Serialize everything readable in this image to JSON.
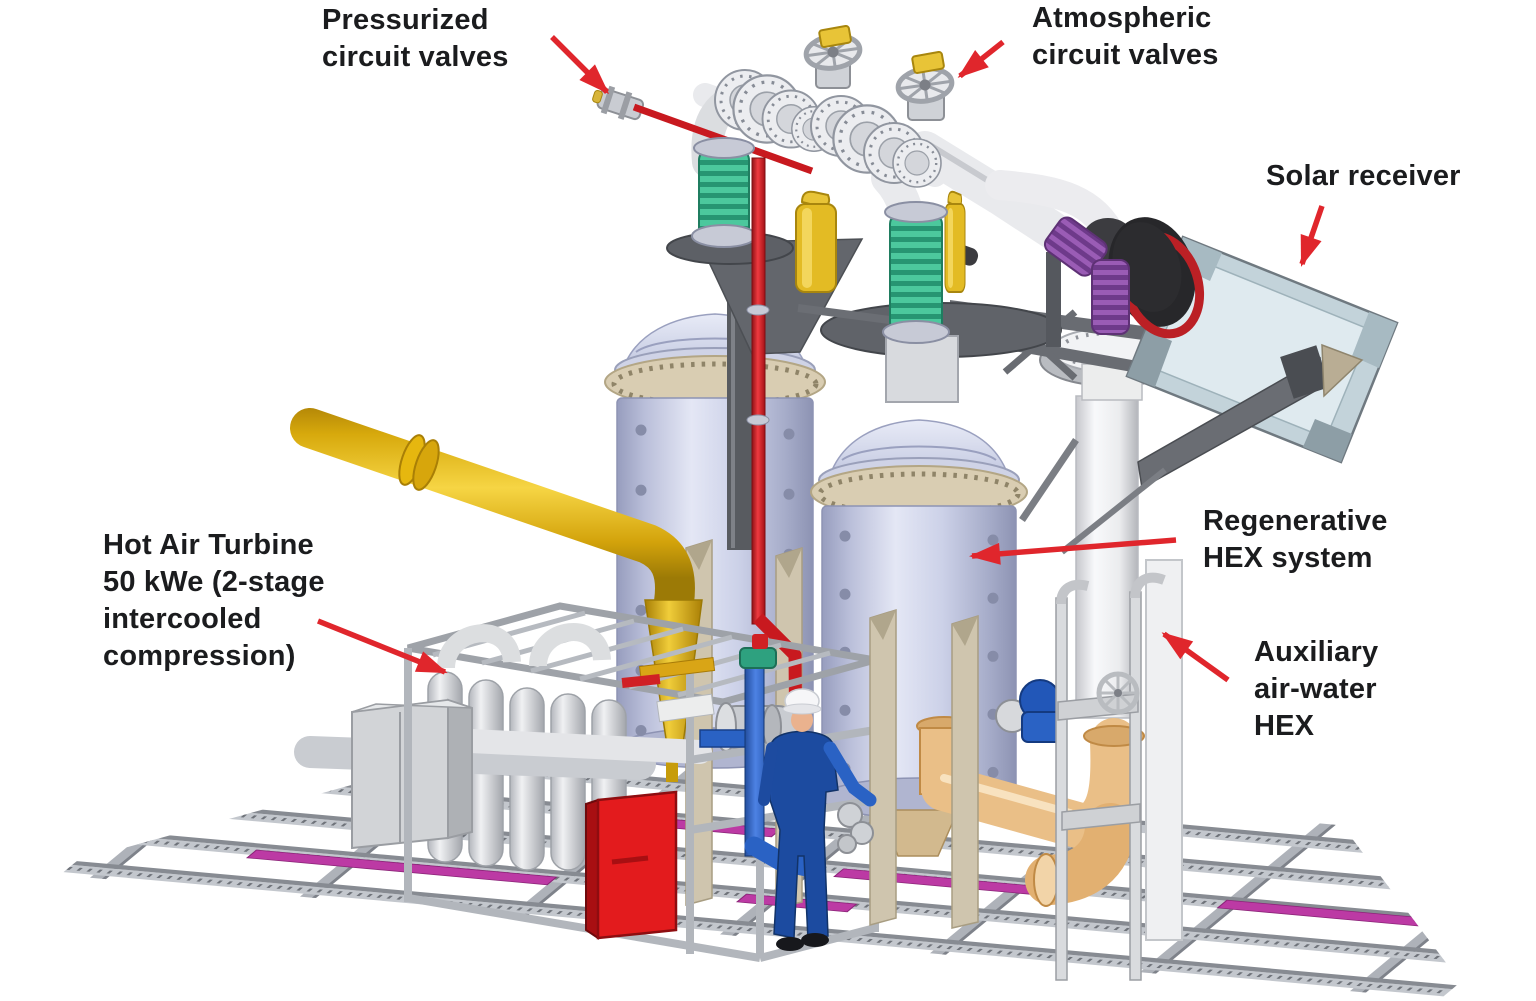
{
  "figure": {
    "type": "annotated-cad-diagram",
    "background": "#ffffff",
    "annotation": {
      "arrow_color": "#e0262c",
      "text_color": "#1b1c1e"
    },
    "labels": {
      "pressurized_circuit_valves": "Pressurized\ncircuit valves",
      "atmospheric_circuit_valves": "Atmospheric\ncircuit valves",
      "solar_receiver": "Solar receiver",
      "regenerative_hex_system": "Regenerative\nHEX system",
      "hot_air_turbine": "Hot Air Turbine\n50 kWe (2-stage\nintercooled\ncompression)",
      "auxiliary_air_water_hex": "Auxiliary\nair-water\nHEX"
    },
    "components": [
      {
        "name": "pressurized-circuit-valve-train"
      },
      {
        "name": "atmospheric-circuit-valve-train"
      },
      {
        "name": "solar-receiver-panel"
      },
      {
        "name": "receiver-aperture-cone"
      },
      {
        "name": "receiver-support-column"
      },
      {
        "name": "regenerative-hex-vessel-left"
      },
      {
        "name": "regenerative-hex-vessel-right"
      },
      {
        "name": "hot-air-turbine-skid"
      },
      {
        "name": "intercooler-tube-bundle"
      },
      {
        "name": "electrical-cabinet-gray"
      },
      {
        "name": "control-cabinet-red"
      },
      {
        "name": "exhaust-pipe-yellow"
      },
      {
        "name": "cyclone-separator"
      },
      {
        "name": "auxiliary-air-water-hex-frame"
      },
      {
        "name": "water-pump-blue"
      },
      {
        "name": "hot-air-piping-orange"
      },
      {
        "name": "cooling-water-piping-blue"
      },
      {
        "name": "technician-figure"
      },
      {
        "name": "steel-base-frame"
      }
    ],
    "palette": {
      "arrow_red": "#e0262c",
      "vessel_lavender": "#c6cbe4",
      "flange_tan": "#d9cdb2",
      "pipe_yellow": "#ecc11c",
      "bellows_green": "#3ab18a",
      "bellows_purple": "#8a4fa8",
      "pipe_orange": "#eabf87",
      "pipe_blue": "#2a62c4",
      "cabinet_red": "#e31b1d",
      "steel_gray": "#b9bdc4",
      "beam_magenta": "#bc3aa4",
      "receiver_glass": "#dfeaef"
    }
  }
}
